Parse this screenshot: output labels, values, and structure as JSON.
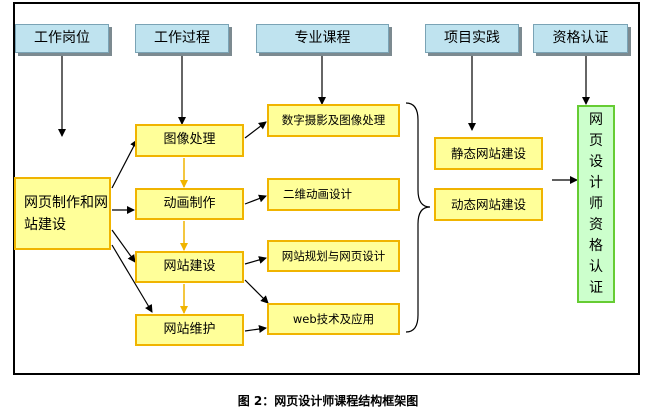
{
  "headers": {
    "job": "工作岗位",
    "process": "工作过程",
    "courses": "专业课程",
    "projects": "项目实践",
    "cert": "资格认证"
  },
  "job_box": "网页制作和网站建设",
  "process_steps": [
    "图像处理",
    "动画制作",
    "网站建设",
    "网站维护"
  ],
  "courses": [
    "数字摄影及图像处理",
    "二维动画设计",
    "网站规划与网页设计",
    "web技术及应用"
  ],
  "projects": [
    "静态网站建设",
    "动态网站建设"
  ],
  "certification": [
    "网",
    "页",
    "设",
    "计",
    "师",
    "资",
    "格",
    "认",
    "证"
  ],
  "caption": "图 2：网页设计师课程结构框架图"
}
